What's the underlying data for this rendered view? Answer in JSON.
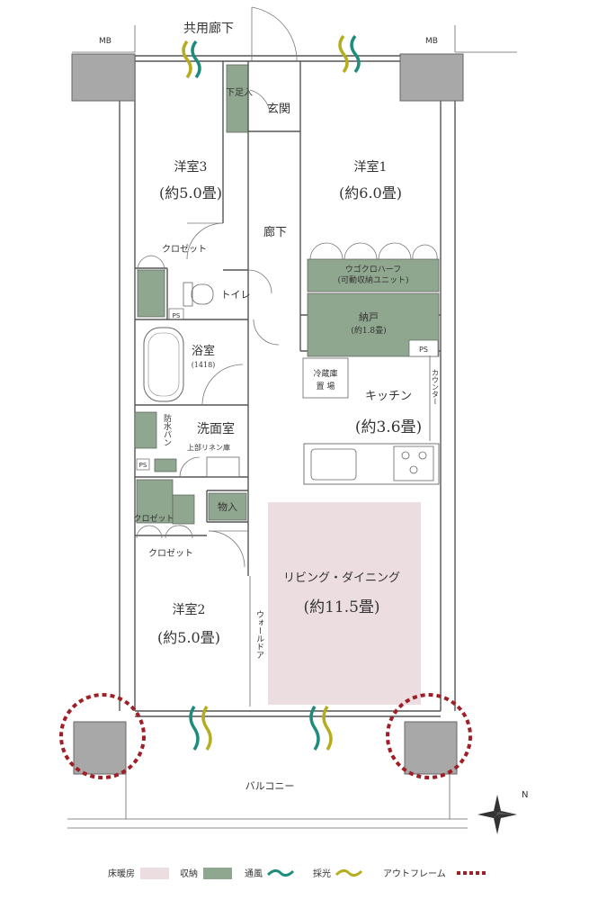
{
  "labels": {
    "corridor": "共用廊下",
    "mb_left": "MB",
    "mb_right": "MB",
    "shoe_storage": "下足入",
    "entrance": "玄関",
    "room3_name": "洋室3",
    "room3_size": "(約5.0畳)",
    "room1_name": "洋室1",
    "room1_size": "(約6.0畳)",
    "hallway": "廊下",
    "closet_room3": "クロゼット",
    "half_storage_line1": "ウゴクロハーフ",
    "half_storage_line2": "(可動収納ユニット)",
    "toilet": "トイレ",
    "ps_toilet": "PS",
    "storeroom": "納戸",
    "storeroom_size": "(約1.8畳)",
    "ps_kitchen": "PS",
    "bath": "浴室",
    "bath_size": "(1418)",
    "fridge_line1": "冷蔵庫",
    "fridge_line2": "置 場",
    "kitchen_name": "キッチン",
    "kitchen_size": "(約3.6畳)",
    "counter": "カウンター",
    "waterproof_pan": "防水パン",
    "washroom": "洗面室",
    "upper_linen": "上部リネン庫",
    "ps_wash": "PS",
    "storage_closet": "物入",
    "closet_room2_a": "クロゼット",
    "closet_room2_b": "クロゼット",
    "living_name": "リビング・ダイニング",
    "living_size": "(約11.5畳)",
    "wall_door": "ウォールドア",
    "room2_name": "洋室2",
    "room2_size": "(約5.0畳)",
    "balcony": "バルコニー",
    "north": "N"
  },
  "legend": [
    {
      "label": "床暖房",
      "kind": "swatch",
      "color": "#ecdde0"
    },
    {
      "label": "収納",
      "kind": "swatch",
      "color": "#8fa68f"
    },
    {
      "label": "通風",
      "kind": "wave",
      "color": "#1e8c7a"
    },
    {
      "label": "採光",
      "kind": "wave",
      "color": "#b5ad1e"
    },
    {
      "label": "アウトフレーム",
      "kind": "dots",
      "color": "#a01e26"
    }
  ],
  "colors": {
    "floor_heating": "#ecdde0",
    "storage": "#8fa68f",
    "ventilation": "#1e8c7a",
    "daylight": "#b5ad1e",
    "outframe": "#a01e26",
    "column": "#a8a8a8"
  }
}
